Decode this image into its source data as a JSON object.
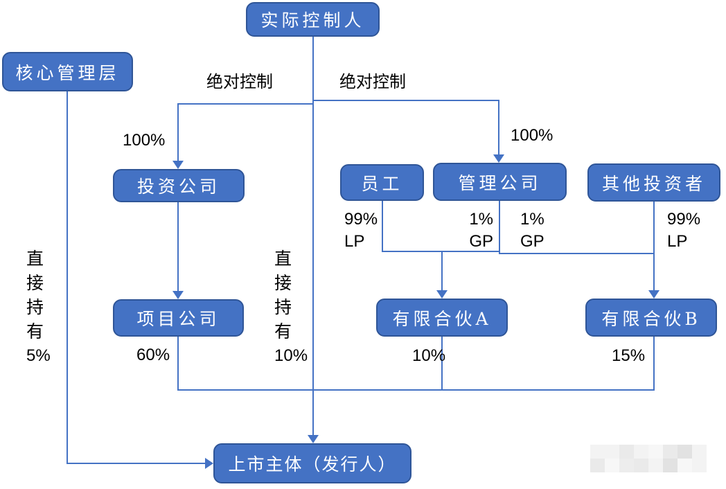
{
  "diagram": {
    "title": "ownership-structure-diagram",
    "nodes": {
      "actual_controller": {
        "label": "实际控制人"
      },
      "core_management": {
        "label": "核心管理层"
      },
      "investment_company": {
        "label": "投资公司"
      },
      "employees": {
        "label": "员工"
      },
      "management_company": {
        "label": "管理公司"
      },
      "other_investors": {
        "label": "其他投资者"
      },
      "project_company": {
        "label": "项目公司"
      },
      "limited_partnership_a": {
        "label": "有限合伙A"
      },
      "limited_partnership_b": {
        "label": "有限合伙B"
      },
      "listed_entity": {
        "label": "上市主体（发行人）"
      }
    },
    "edge_labels": {
      "absolute_control_left": "绝对控制",
      "absolute_control_right": "绝对控制",
      "pct_100_left": "100%",
      "pct_100_right": "100%",
      "lp_left_pct": "99%",
      "lp_left_role": "LP",
      "gp_left_pct": "1%",
      "gp_left_role": "GP",
      "gp_right_pct": "1%",
      "gp_right_role": "GP",
      "lp_right_pct": "99%",
      "lp_right_role": "LP",
      "direct_hold_left_text": "直接持有",
      "direct_hold_left_pct": "5%",
      "direct_hold_mid_text": "直接持有",
      "direct_hold_mid_pct": "10%",
      "pct_60": "60%",
      "pct_10": "10%",
      "pct_15": "15%"
    },
    "colors": {
      "node_fill": "#4472C4",
      "node_border": "#2F5597",
      "connector_line": "#4472C4",
      "node_text": "#FFFFFF",
      "label_text": "#000000",
      "background": "#FFFFFF"
    }
  }
}
